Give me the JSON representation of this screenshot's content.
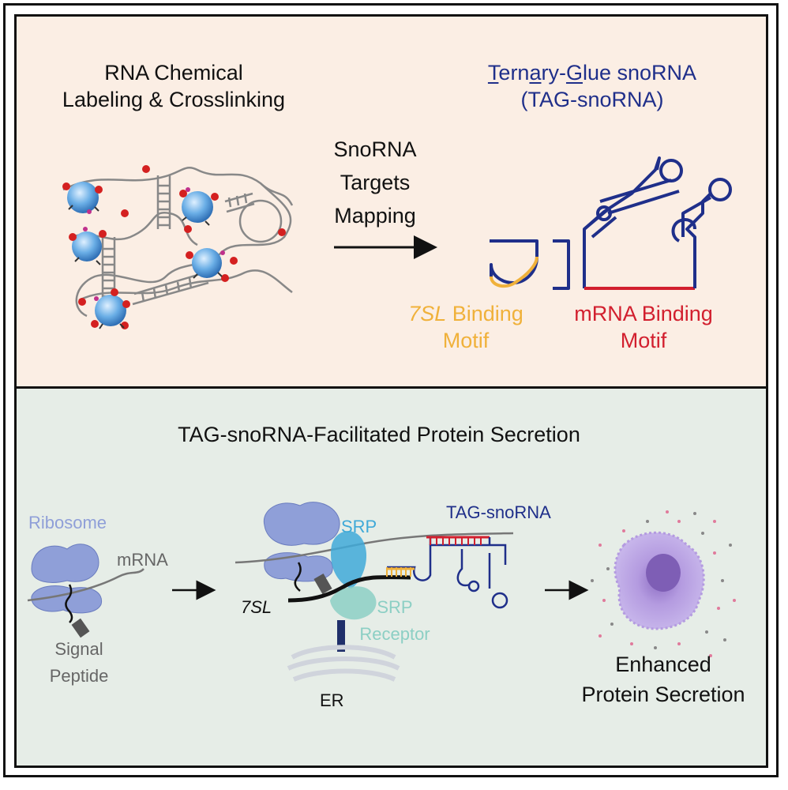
{
  "top": {
    "left_title": [
      "RNA Chemical",
      "Labeling & Crosslinking"
    ],
    "arrow_label": [
      "SnoRNA",
      "Targets",
      "Mapping"
    ],
    "tag_title_line1": {
      "p1_u": "T",
      "p1": "ern",
      "p2_u": "a",
      "p2": "ry-",
      "p3_u": "G",
      "p3": "lue snoRNA"
    },
    "tag_title_line2": "(TAG-snoRNA)",
    "motif_7sl": {
      "italic": "7SL",
      "rest": " Binding",
      "line2": "Motif"
    },
    "motif_mrna": [
      "mRNA Binding",
      "Motif"
    ]
  },
  "bottom": {
    "title": "TAG-snoRNA-Facilitated Protein Secretion",
    "ribosome": "Ribosome",
    "mrna": "mRNA",
    "signal_peptide": [
      "Signal",
      "Peptide"
    ],
    "srp": "SRP",
    "tag_snorna": "TAG-snoRNA",
    "sevensl": "7SL",
    "srp_receptor": [
      "SRP",
      "Receptor"
    ],
    "er": "ER",
    "result": [
      "Enhanced",
      "Protein Secretion"
    ]
  },
  "colors": {
    "navy": "#1f2f8a",
    "gold": "#f0b13a",
    "red": "#d21f2e",
    "ribosome": "#8f9fd8",
    "srp": "#3fa9d8",
    "receptor": "#8ccfc4",
    "cell": "#a98fd6"
  }
}
